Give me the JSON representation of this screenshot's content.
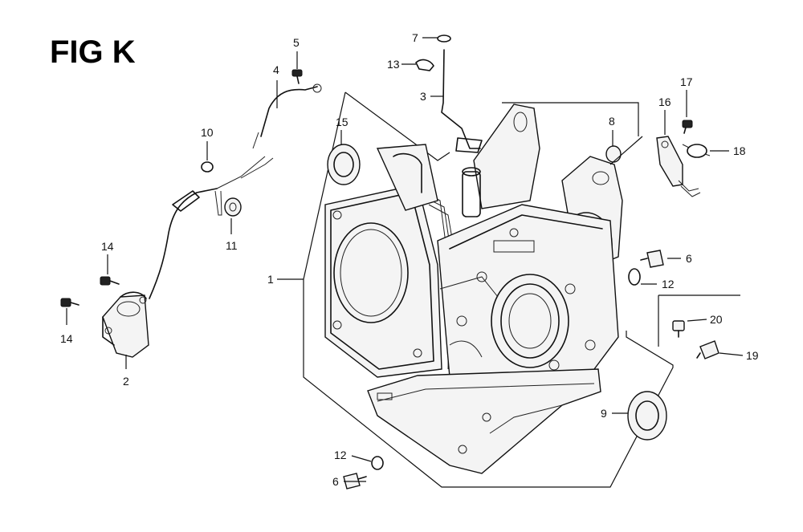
{
  "figure": {
    "title": "FIG K"
  },
  "callouts": {
    "c1": "1",
    "c2": "2",
    "c3": "3",
    "c4": "4",
    "c5": "5",
    "c6a": "6",
    "c6b": "6",
    "c7": "7",
    "c8": "8",
    "c9": "9",
    "c10": "10",
    "c11": "11",
    "c12a": "12",
    "c12b": "12",
    "c13": "13",
    "c14a": "14",
    "c14b": "14",
    "c15": "15",
    "c16": "16",
    "c17": "17",
    "c18": "18",
    "c19": "19",
    "c20": "20"
  },
  "colors": {
    "line": "#111111",
    "background": "#ffffff"
  }
}
